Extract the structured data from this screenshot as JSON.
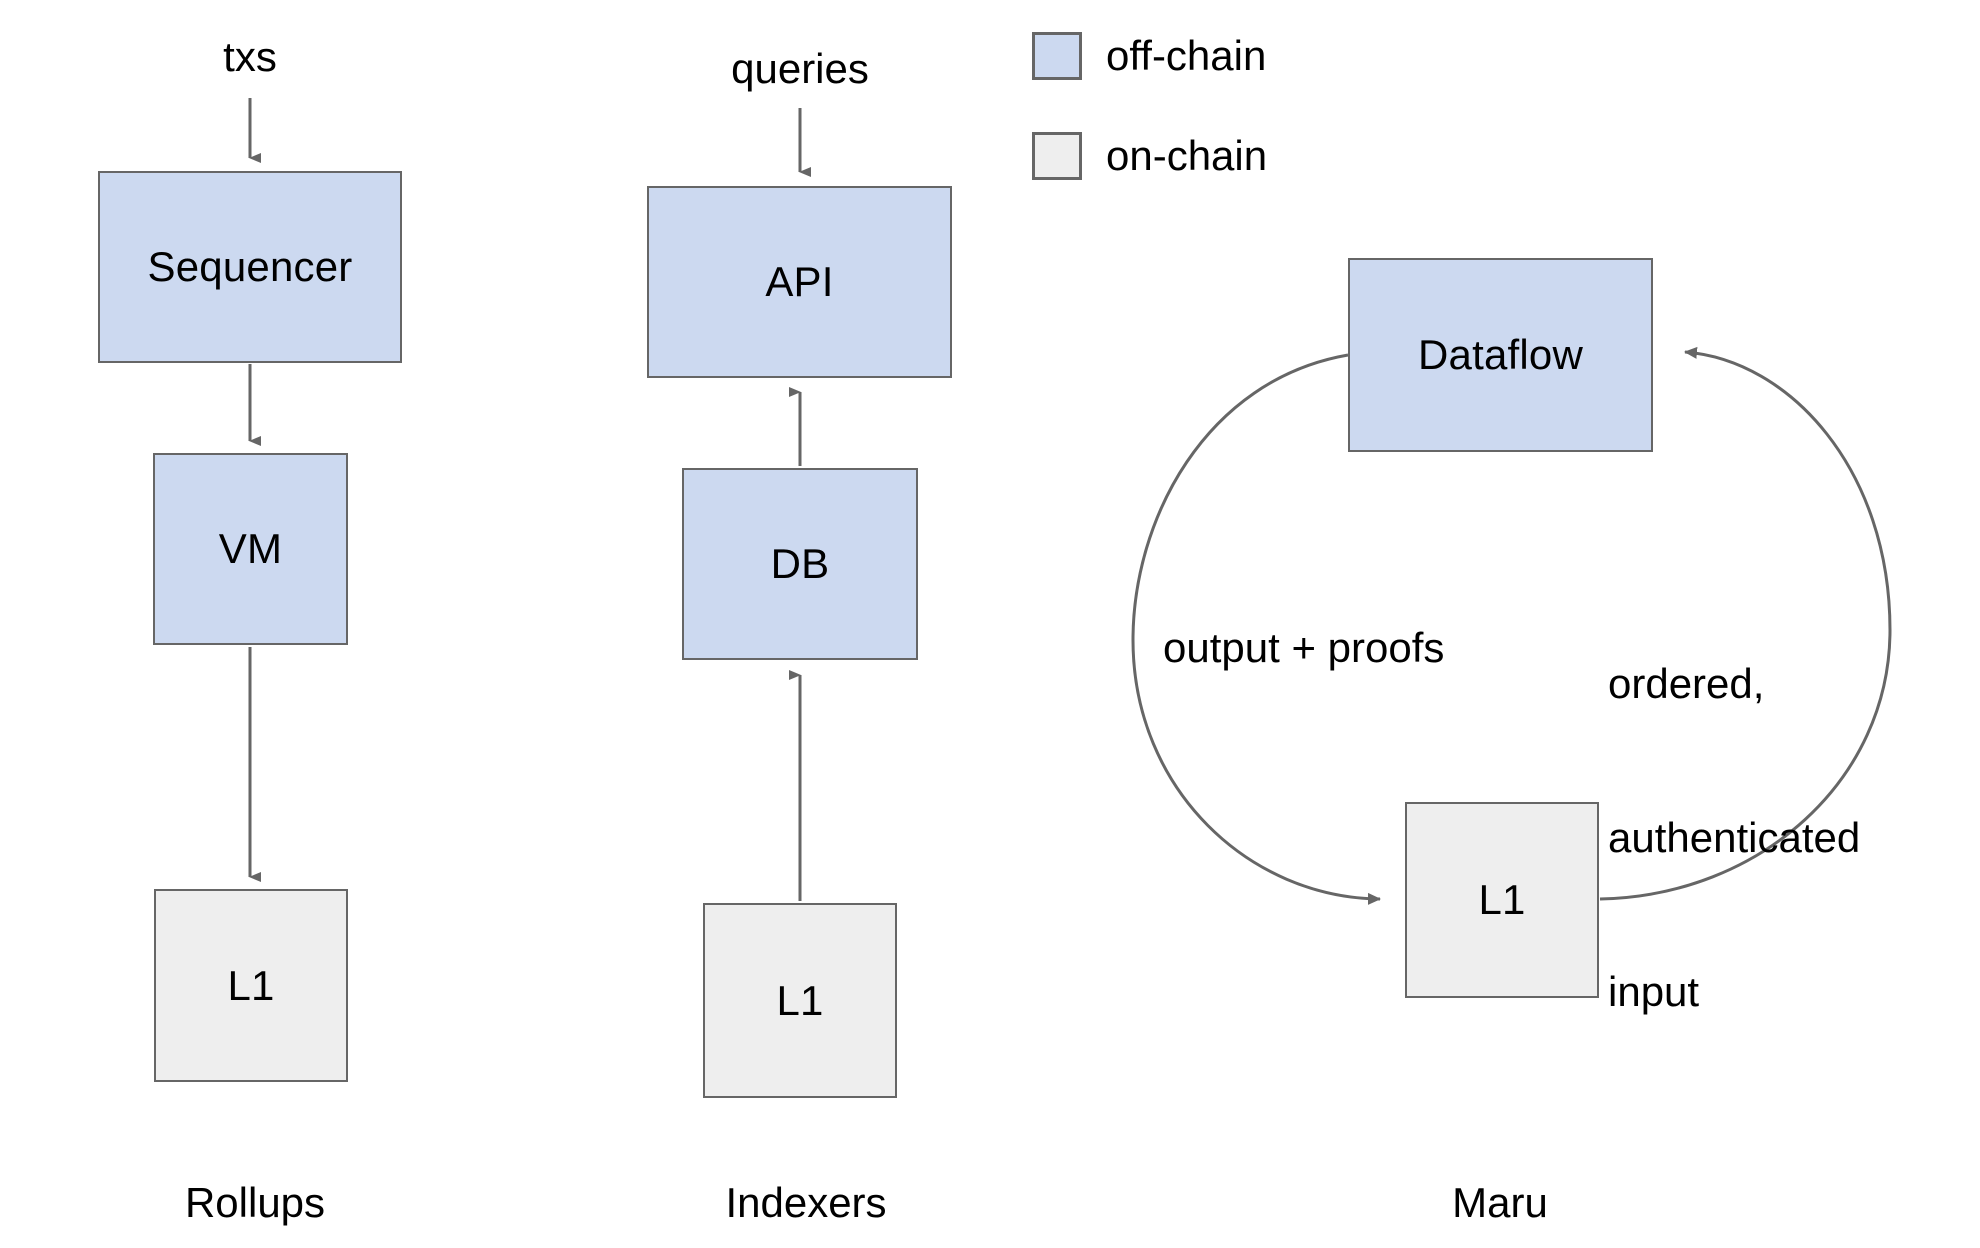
{
  "diagram": {
    "title": "Rollups vs Indexers vs Maru architecture comparison",
    "background": "#ffffff",
    "colors": {
      "offchain_fill": "#ccd9f0",
      "onchain_fill": "#eeeeee",
      "stroke": "#666666",
      "text": "#000000"
    }
  },
  "legend": {
    "items": [
      {
        "label": "off-chain",
        "swatch": "offchain"
      },
      {
        "label": "on-chain",
        "swatch": "onchain"
      }
    ]
  },
  "columns": [
    {
      "caption": "Rollups",
      "input_label": "txs",
      "nodes": [
        {
          "label": "Sequencer",
          "kind": "off-chain"
        },
        {
          "label": "VM",
          "kind": "off-chain"
        },
        {
          "label": "L1",
          "kind": "on-chain"
        }
      ]
    },
    {
      "caption": "Indexers",
      "input_label": "queries",
      "nodes": [
        {
          "label": "API",
          "kind": "off-chain"
        },
        {
          "label": "DB",
          "kind": "off-chain"
        },
        {
          "label": "L1",
          "kind": "on-chain"
        }
      ]
    },
    {
      "caption": "Maru",
      "input_label": "",
      "nodes": [
        {
          "label": "Dataflow",
          "kind": "off-chain"
        },
        {
          "label": "L1",
          "kind": "on-chain"
        }
      ],
      "cycle_labels": {
        "left": "output + proofs",
        "right_line1": "ordered,",
        "right_line2": "authenticated",
        "right_line3": "input"
      }
    }
  ],
  "labels": {
    "txs": "txs",
    "queries": "queries",
    "sequencer": "Sequencer",
    "vm": "VM",
    "l1_rollups": "L1",
    "api": "API",
    "db": "DB",
    "l1_indexers": "L1",
    "dataflow": "Dataflow",
    "l1_maru": "L1",
    "output_proofs": "output + proofs",
    "ordered": "ordered,",
    "authenticated": "authenticated",
    "input": "input",
    "cap_rollups": "Rollups",
    "cap_indexers": "Indexers",
    "cap_maru": "Maru",
    "legend_offchain": "off-chain",
    "legend_onchain": "on-chain"
  }
}
